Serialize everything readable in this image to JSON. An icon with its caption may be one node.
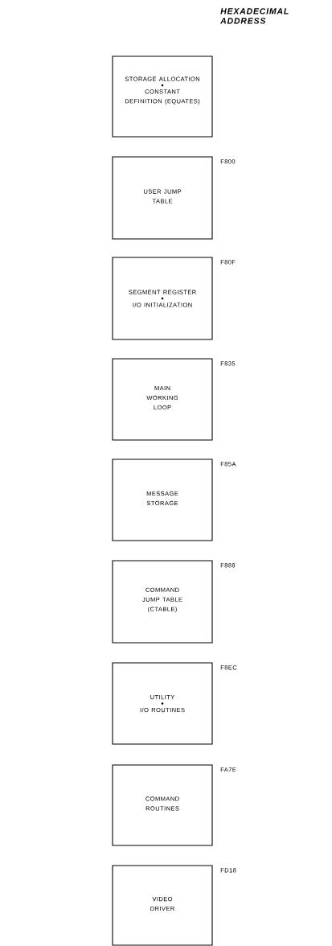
{
  "diagram": {
    "nodes": [
      {
        "text": [
          "STORAGE ALLOCATION",
          "CONSTANT DEFINITION (EQUATES)"
        ]
      },
      {
        "text": [
          "USER JUMP TABLE"
        ],
        "beside": [
          "F800"
        ]
      },
      {
        "text": [
          "SEGMENT REGISTER",
          "I/O INITIALIZATION"
        ],
        "beside": [
          "F80F"
        ]
      },
      {
        "text": [
          "MAIN WORKING LOOP"
        ],
        "beside": [
          "F835"
        ]
      },
      {
        "text": [
          "MESSAGE STORAGE"
        ],
        "beside": [
          "F85A"
        ]
      },
      {
        "text": [
          "COMMAND JUMP TABLE (CTABLE)"
        ],
        "beside": [
          "F888"
        ]
      },
      {
        "text": [
          "UTILITY",
          "I/O ROUTINES"
        ],
        "beside": [
          "F8EC"
        ]
      },
      {
        "text": [
          "COMMAND ROUTINES"
        ],
        "beside": [
          "FA7E"
        ]
      },
      {
        "text": [
          "VIDEO DRIVER"
        ],
        "beside": [
          "FD18"
        ]
      }
    ],
    "labels": [
      "HEXADECIMAL ADDRESS"
    ]
  }
}
